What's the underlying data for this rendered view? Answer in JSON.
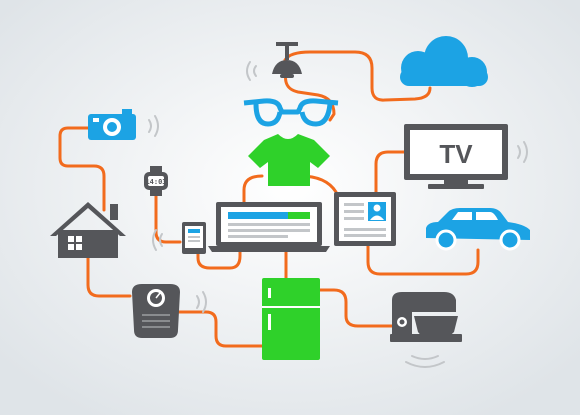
{
  "diagram": {
    "theme": "internet-of-things",
    "colors": {
      "background_center": "#ffffff",
      "background_edge": "#dfe4e8",
      "connector": "#f26b1d",
      "blue": "#1ca3e4",
      "green": "#2fd12a",
      "dark": "#55565a",
      "wifi": "#c3c6c9"
    },
    "nodes": [
      {
        "id": "ceiling-lamp",
        "icon": "ceiling-lamp-icon"
      },
      {
        "id": "cloud",
        "icon": "cloud-icon"
      },
      {
        "id": "camera",
        "icon": "camera-icon"
      },
      {
        "id": "glasses",
        "icon": "smart-glasses-icon"
      },
      {
        "id": "tshirt",
        "icon": "smart-tshirt-icon"
      },
      {
        "id": "tv",
        "icon": "tv-icon",
        "label": "TV"
      },
      {
        "id": "smartwatch",
        "icon": "smartwatch-icon",
        "label": "14:03"
      },
      {
        "id": "house",
        "icon": "house-icon"
      },
      {
        "id": "tablet",
        "icon": "tablet-icon"
      },
      {
        "id": "laptop",
        "icon": "laptop-icon"
      },
      {
        "id": "profile-card",
        "icon": "profile-card-icon"
      },
      {
        "id": "car",
        "icon": "car-icon"
      },
      {
        "id": "scale",
        "icon": "bathroom-scale-icon"
      },
      {
        "id": "fridge",
        "icon": "refrigerator-icon"
      },
      {
        "id": "mixer",
        "icon": "stand-mixer-icon"
      }
    ]
  }
}
